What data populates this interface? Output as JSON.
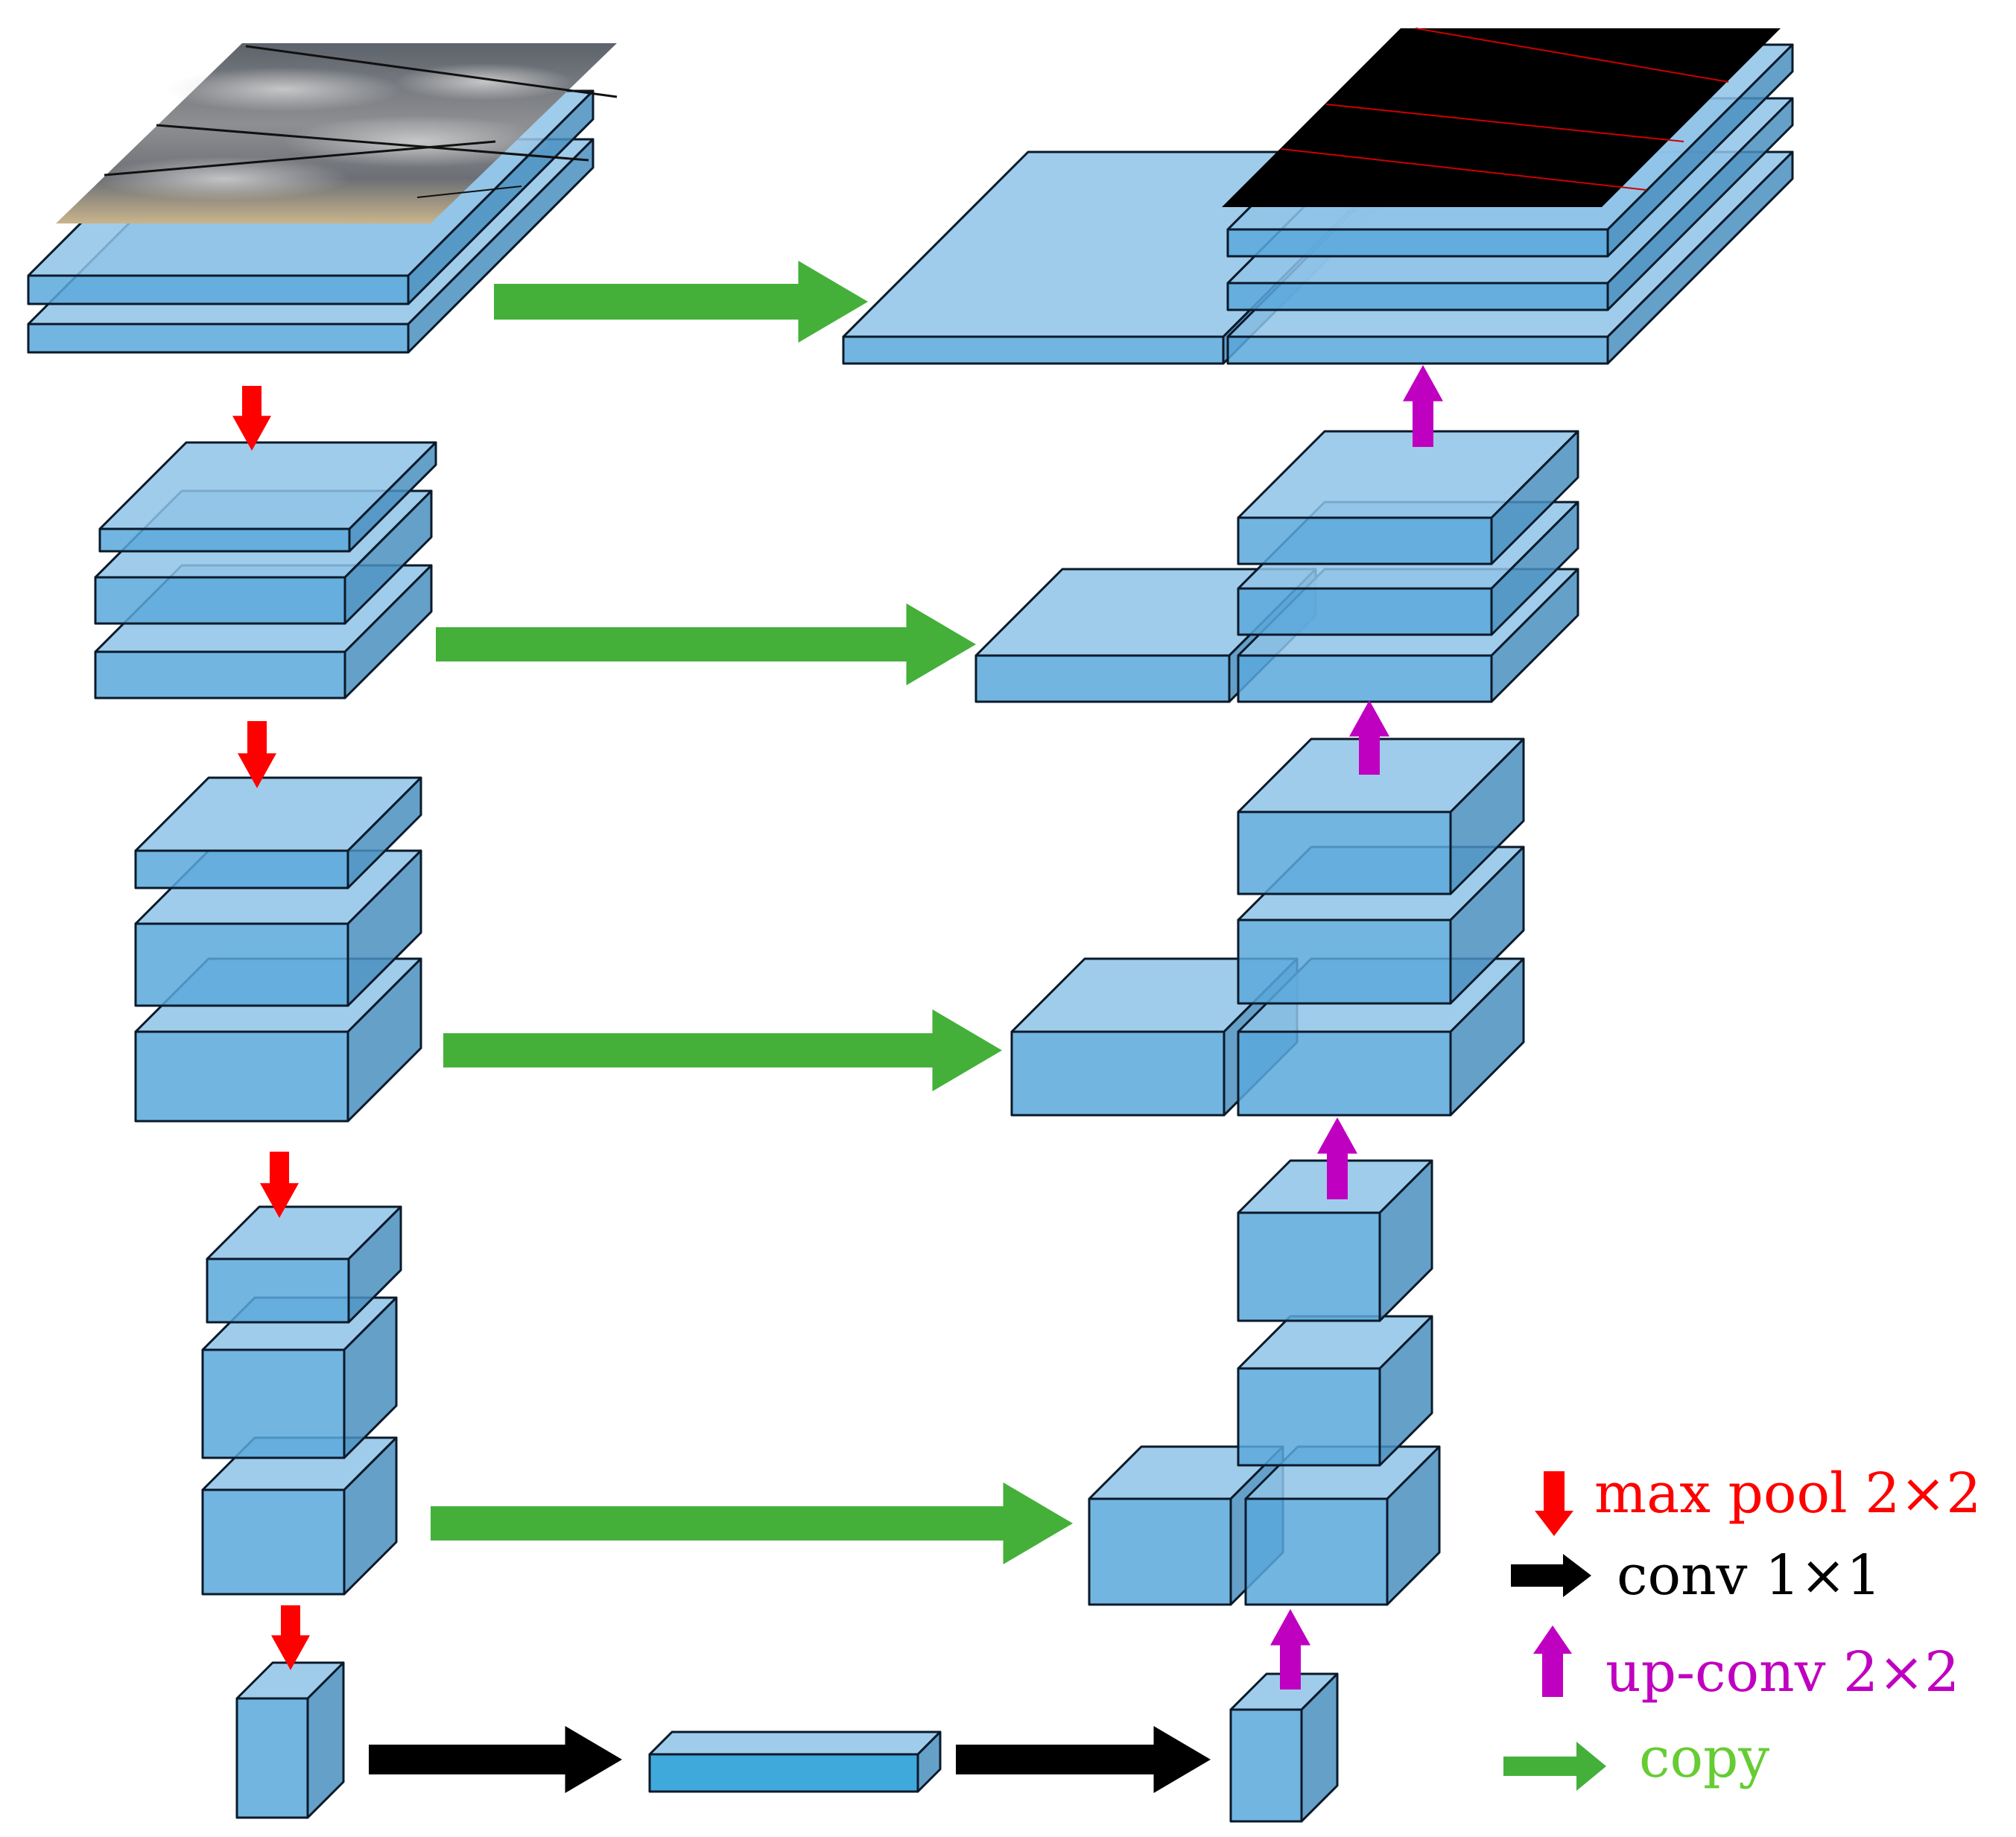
{
  "legend": {
    "max_pool": {
      "label": "max pool 2×2",
      "color": "#ff0000"
    },
    "conv": {
      "label": "conv 1×1",
      "color": "#000000"
    },
    "up_conv": {
      "label": "up-conv 2×2",
      "color": "#c000c0"
    },
    "copy": {
      "label": "copy",
      "color": "#44b03a",
      "text_color": "#66cc33"
    }
  },
  "colors": {
    "block_front": "#5aa8dc",
    "block_top": "#8fc3e8",
    "block_side": "#4a8fc0",
    "block_edge": "#0a1a2a",
    "bottleneck_front": "#1f9ad6",
    "input_image": "sky-with-power-lines",
    "output_image": "black-with-red-lines"
  },
  "icons": {
    "max_pool": "red-down-arrow-icon",
    "conv": "black-right-arrow-icon",
    "up_conv": "magenta-up-arrow-icon",
    "copy": "green-right-arrow-icon"
  }
}
